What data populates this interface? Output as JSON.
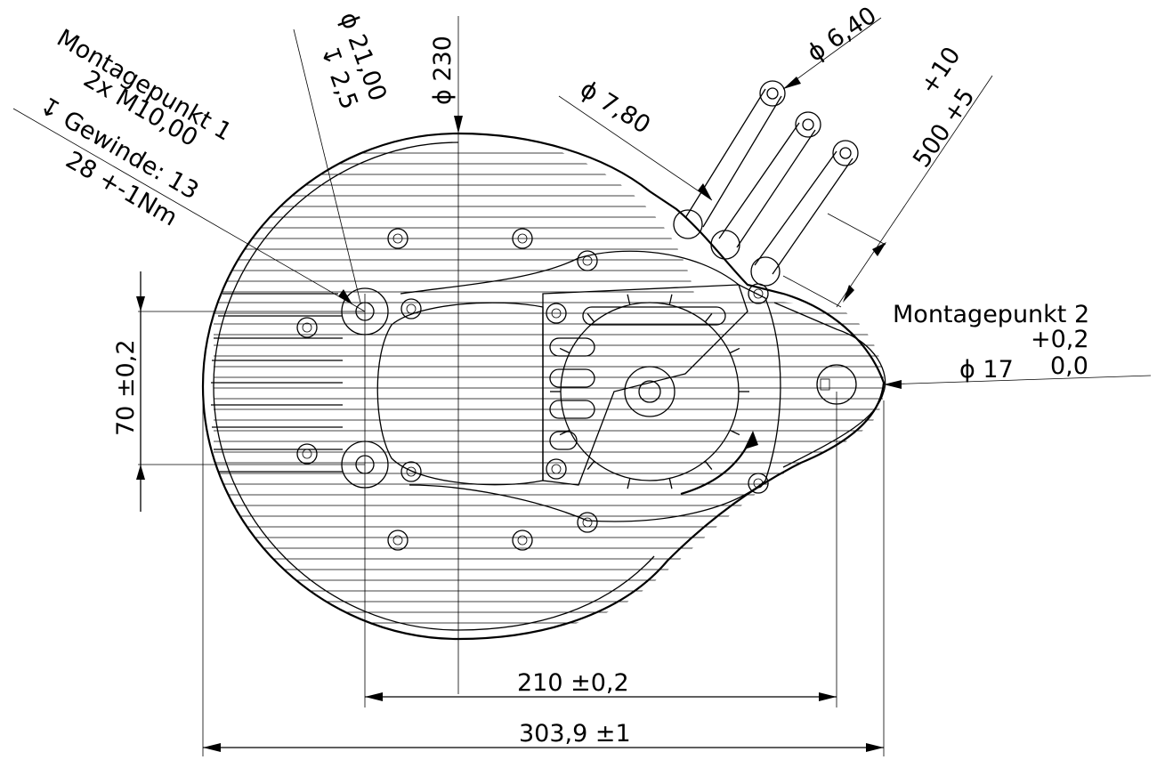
{
  "labels": {
    "mount1_title": "Montagepunkt 1",
    "mount1_count": "2x M10,00",
    "mount1_thread": "↧ Gewinde: 13",
    "mount1_torque": "28 +-1Nm",
    "hole_dia": "ϕ 21,00",
    "hole_depth": "↧ 2,5",
    "outer_dia": "ϕ 230",
    "cable_dia_small": "ϕ 6,40",
    "cable_dia_large": "ϕ 7,80",
    "cable_len_upper_tol": "+10",
    "cable_len": "500 +5",
    "mount2_title": "Montagepunkt 2",
    "mount2_tol_upper": "+0,2",
    "mount2_dia": "ϕ 17",
    "mount2_tol_lower": "0,0",
    "dim_vertical": "70 ±0,2",
    "dim_210": "210 ±0,2",
    "dim_303": "303,9 ±1"
  },
  "colors": {
    "line": "#000000",
    "background": "#ffffff"
  }
}
